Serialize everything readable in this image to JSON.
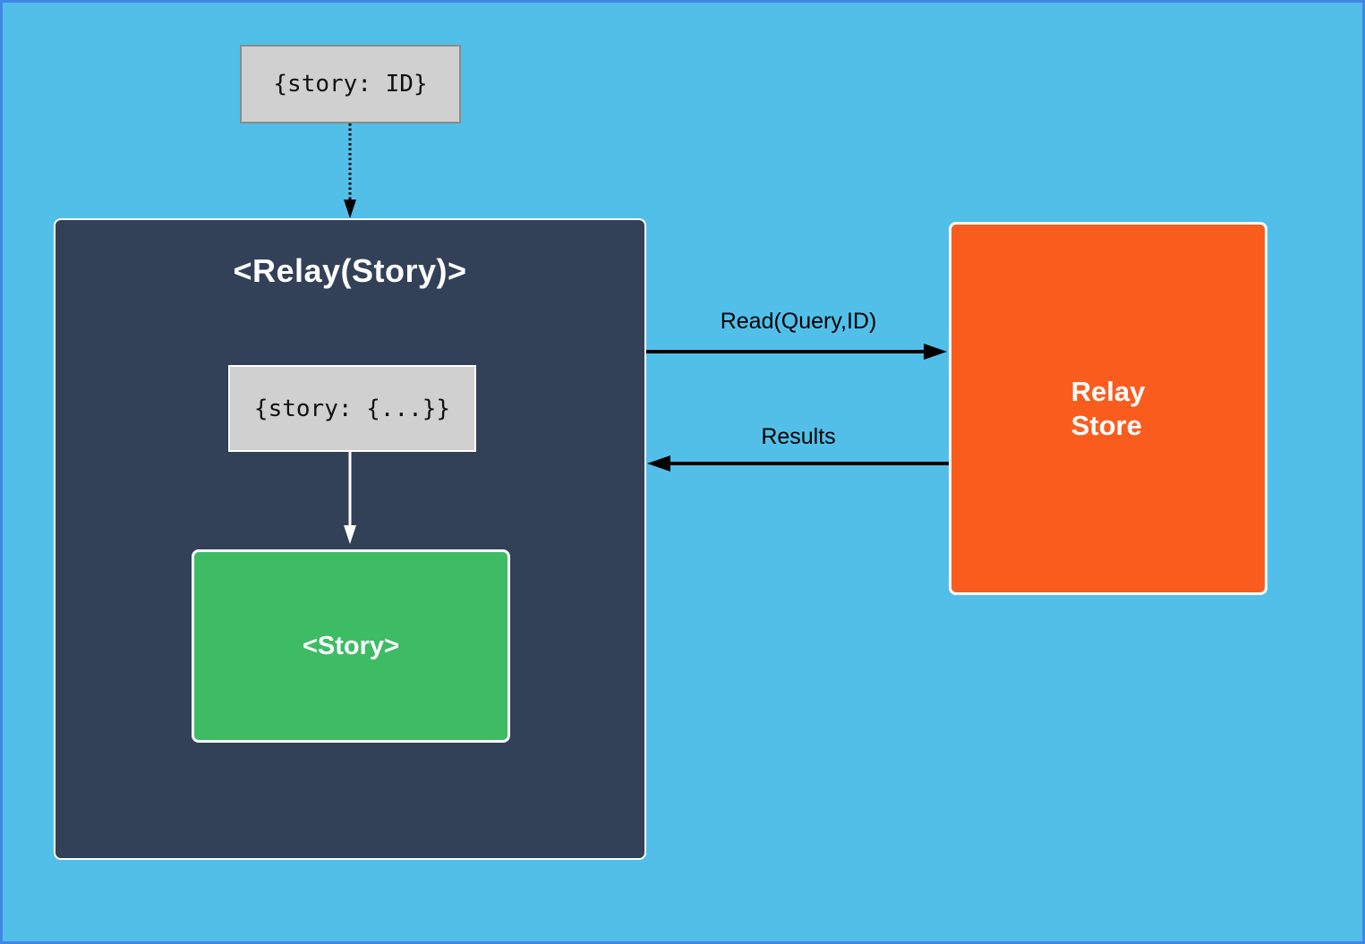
{
  "diagram": {
    "query_box": {
      "label": "{story: ID}"
    },
    "relay_container": {
      "title": "<Relay(Story)>"
    },
    "props_box": {
      "label": "{story: {...}}"
    },
    "story_box": {
      "label": "<Story>"
    },
    "store_box": {
      "line1": "Relay",
      "line2": "Store"
    },
    "read_arrow": {
      "label": "Read(Query,ID)"
    },
    "results_arrow": {
      "label": "Results"
    },
    "colors": {
      "canvas_background": "#52bfe8",
      "canvas_frame": "#4285e8",
      "relay_container_bg": "#324157",
      "story_green": "#3dbc64",
      "store_orange": "#fa5c1e",
      "code_box_gray": "#d0d0d0",
      "arrow_black": "#000000",
      "arrow_white": "#ffffff"
    }
  }
}
